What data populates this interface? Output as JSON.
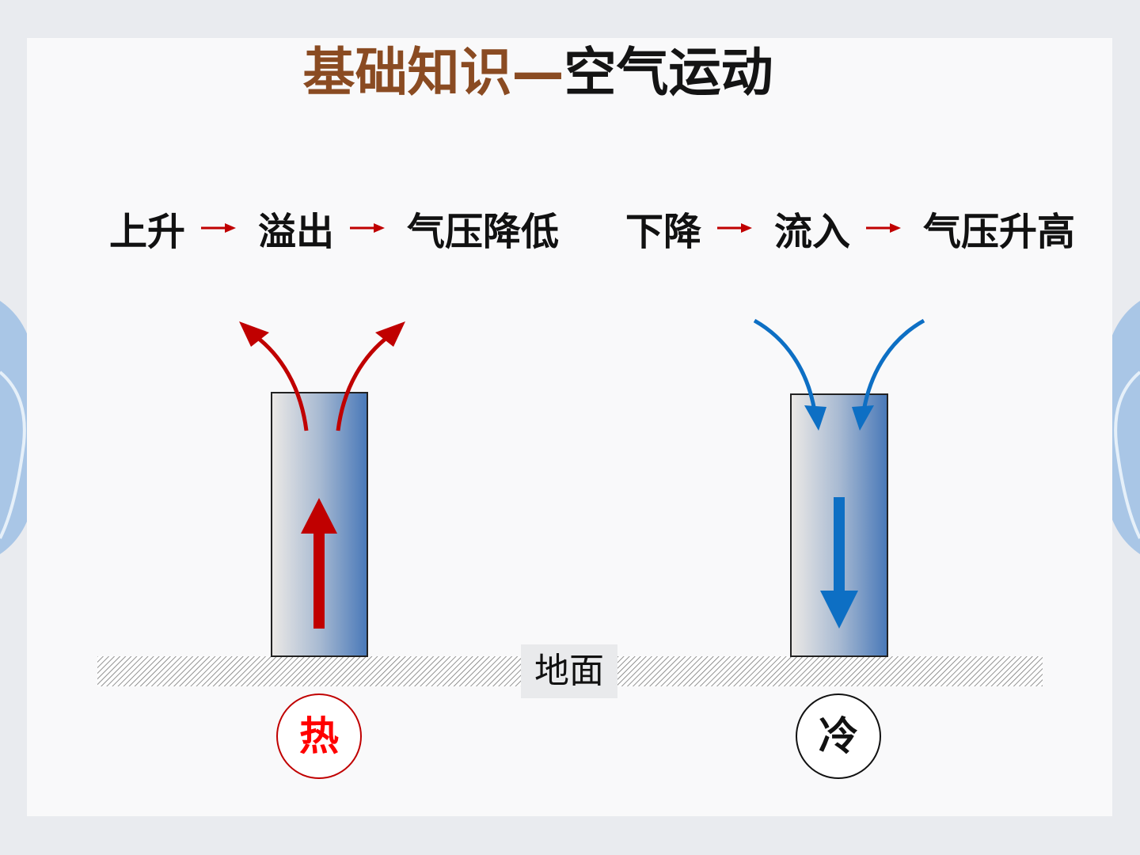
{
  "title": {
    "part1": "基础知识—",
    "part2": "空气运动"
  },
  "warm_chain": {
    "step1": "上升",
    "step2": "溢出",
    "step3": "气压降低"
  },
  "cold_chain": {
    "step1": "下降",
    "step2": "流入",
    "step3": "气压升高"
  },
  "ground_label": "地面",
  "hot_label": "热",
  "cold_label": "冷",
  "colors": {
    "title_brown": "#8a4b22",
    "warm_arrow": "#c00000",
    "cold_arrow": "#0d6fc4",
    "hot_badge_text": "#ff0000",
    "column_light": "#ece9e6",
    "column_dark": "#4878b8"
  },
  "icons": {
    "chain_arrow": "right-arrow-icon",
    "rising_arrow": "up-arrow-icon",
    "sinking_arrow": "down-arrow-icon"
  }
}
